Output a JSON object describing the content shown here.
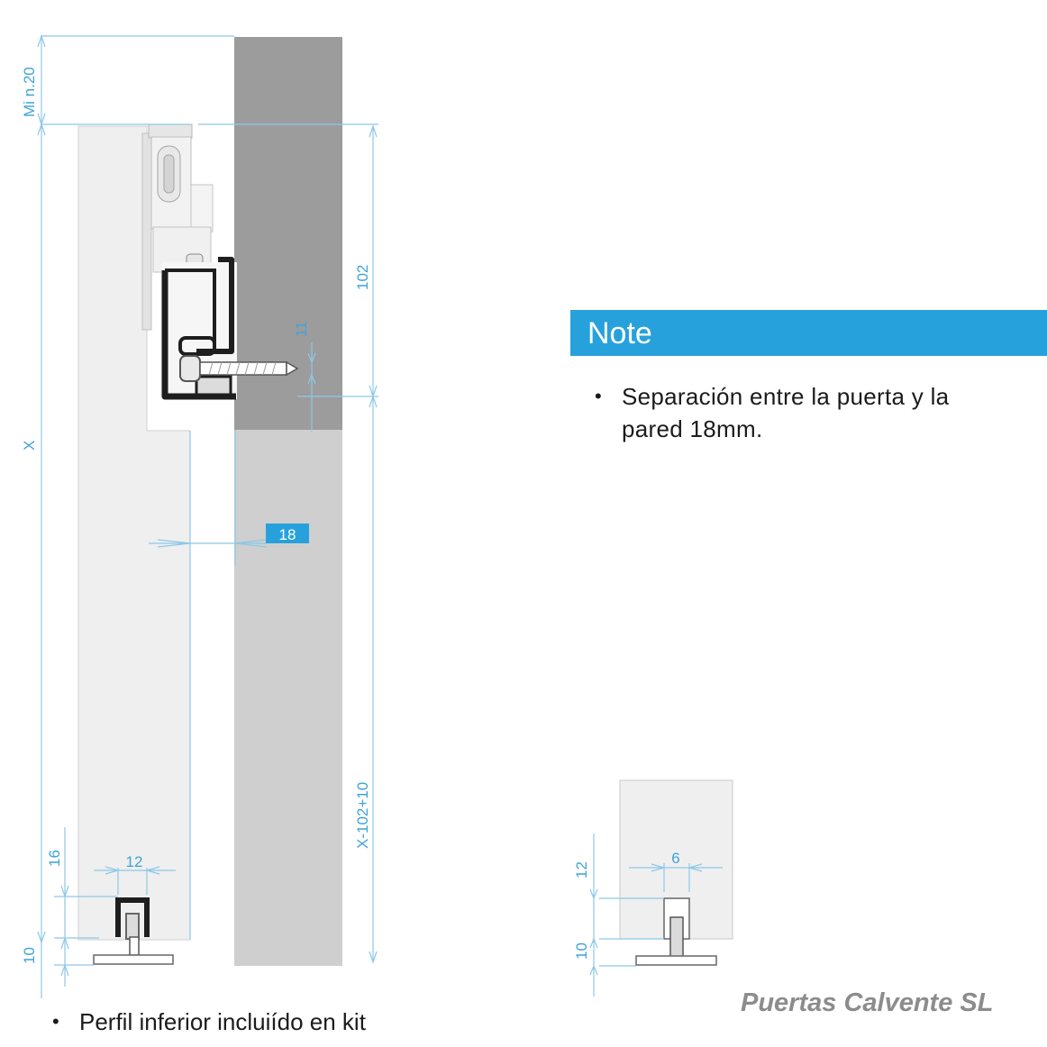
{
  "note": {
    "title": "Note",
    "bullet": "•",
    "text": "Separación entre la puerta y la pared 18mm."
  },
  "bottom_note": {
    "bullet": "•",
    "text": "Perfil inferior incluiído en kit"
  },
  "brand": "Puertas Calvente SL",
  "dimensions": {
    "min_top": "Mi n.20",
    "height_x": "X",
    "rail_102": "102",
    "gap_11": "11",
    "gap_18": "18",
    "lower_height": "X-102+10",
    "guide_16": "16",
    "guide_12": "12",
    "floor_10": "10",
    "detail_6": "6",
    "detail_12": "12",
    "detail_10": "10"
  },
  "colors": {
    "accent": "#27a1dc",
    "dimension_line": "#8ec8e8",
    "wall_upper": "#9c9c9c",
    "wall_lower": "#cfcfcf",
    "door_panel": "#efefef"
  }
}
